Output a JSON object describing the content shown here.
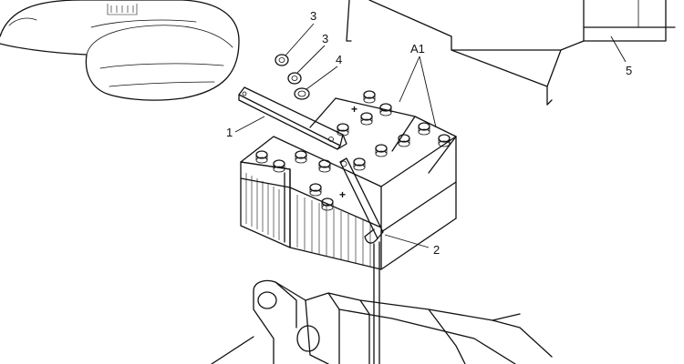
{
  "callouts": {
    "c1": "1",
    "c2": "2",
    "c3a": "3",
    "c3b": "3",
    "c4": "4",
    "c5": "5",
    "a1": "A1"
  },
  "terminal_marks": {
    "positive_back": "+",
    "positive_front": "+"
  }
}
